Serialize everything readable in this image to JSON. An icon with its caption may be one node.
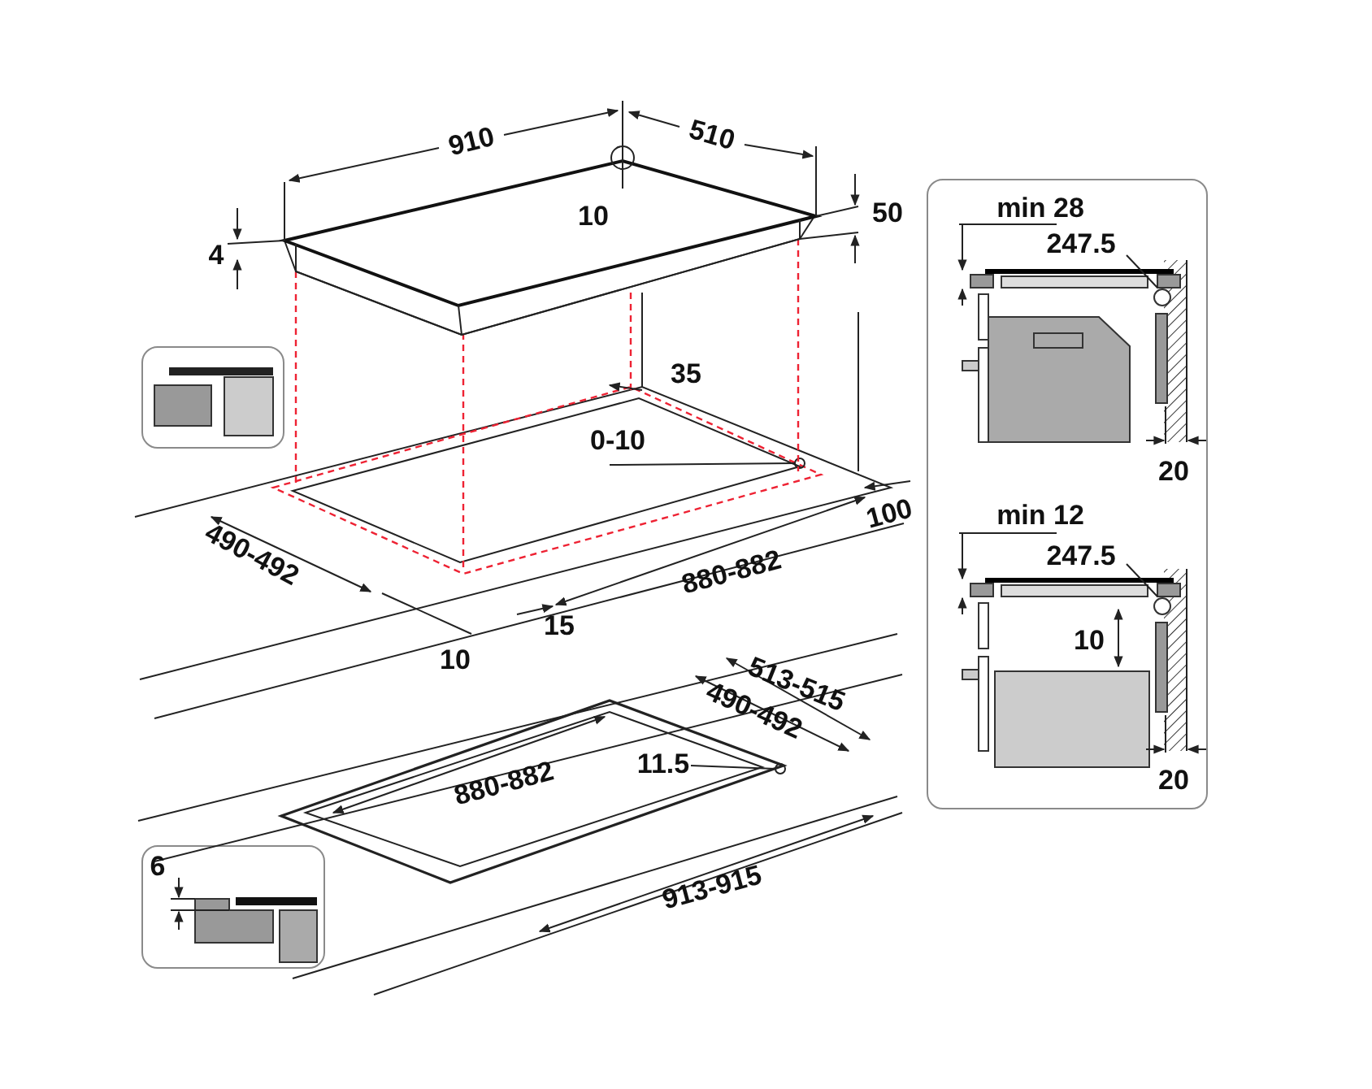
{
  "diagram": {
    "labels": [
      "910",
      "510",
      "10",
      "4",
      "50",
      "35",
      "0-10",
      "490-492",
      "100",
      "880-882",
      "15",
      "10",
      "513-515",
      "490-492",
      "880-882",
      "11.5",
      "913-915",
      "6",
      "min 28",
      "247.5",
      "20",
      "min 12",
      "247.5",
      "10",
      "20"
    ]
  }
}
